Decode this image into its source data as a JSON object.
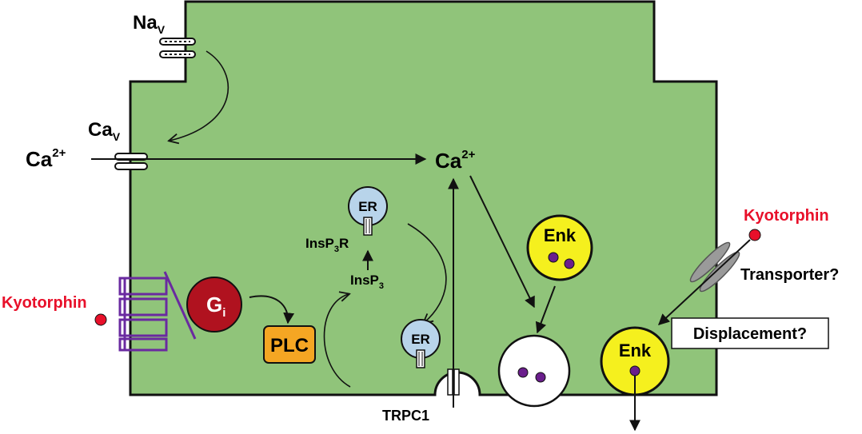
{
  "labels": {
    "nav": "Na",
    "nav_sub": "V",
    "cav": "Ca",
    "cav_sub": "V",
    "ca_out": "Ca",
    "ca_out_sup": "2+",
    "ca_in": "Ca",
    "ca_in_sup": "2+",
    "er_top": "ER",
    "er_bottom": "ER",
    "insp3r_a": "InsP",
    "insp3r_sub": "3",
    "insp3r_b": "R",
    "insp3_a": "InsP",
    "insp3_sub": "3",
    "gi": "G",
    "gi_sub": "i",
    "plc": "PLC",
    "kyotorphin_left": "Kyotorphin",
    "kyotorphin_right": "Kyotorphin",
    "transporter": "Transporter?",
    "displacement": "Displacement?",
    "enk_top": "Enk",
    "enk_bottom": "Enk",
    "trpc1": "TRPC1"
  },
  "colors": {
    "cell": "#90c47a",
    "cell_border": "#111111",
    "er": "#b8d4ea",
    "gi": "#b0121f",
    "plc": "#f5a623",
    "enk": "#f5f01e",
    "granule_dot": "#6a1e8c",
    "receptor": "#6a2aa0",
    "kyotorphin": "#e8102a",
    "transporter": "#9a9a9a"
  }
}
